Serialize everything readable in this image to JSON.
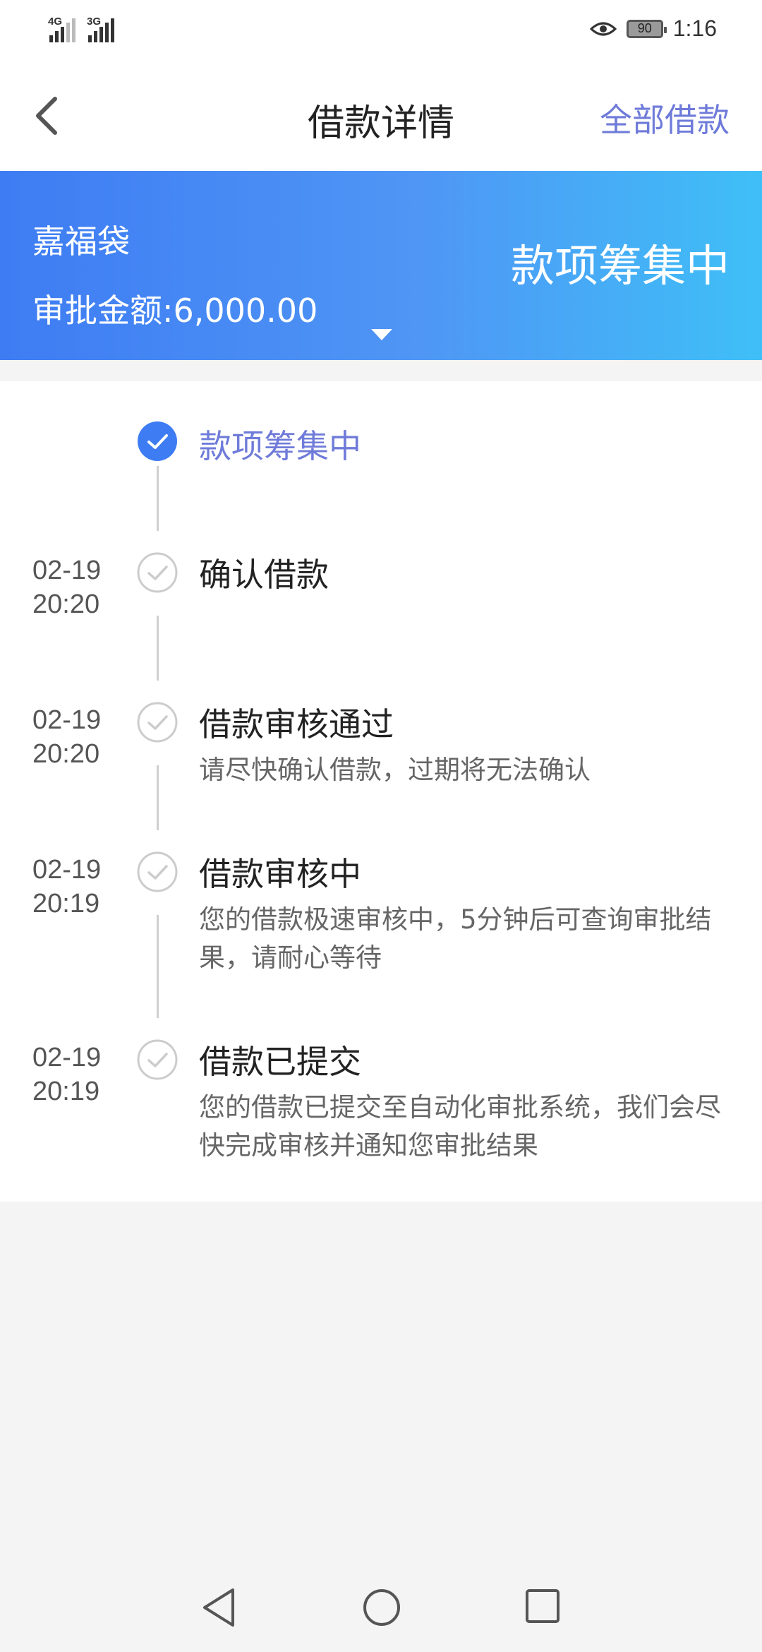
{
  "status_bar": {
    "network_1": "4G",
    "network_2": "3G",
    "battery": "90",
    "time": "1:16"
  },
  "header": {
    "title": "借款详情",
    "all_loans_label": "全部借款",
    "back_icon": "chevron-left-icon"
  },
  "banner": {
    "product_name": "嘉福袋",
    "approved_amount": "审批金额:6,000.00",
    "status": "款项筹集中",
    "accent_start": "#3e7cf3",
    "accent_end": "#3fbff7"
  },
  "timeline": {
    "items": [
      {
        "date": "",
        "time": "",
        "title": "款项筹集中",
        "desc": "",
        "active": true
      },
      {
        "date": "02-19",
        "time": "20:20",
        "title": "确认借款",
        "desc": "",
        "active": false
      },
      {
        "date": "02-19",
        "time": "20:20",
        "title": "借款审核通过",
        "desc": "请尽快确认借款，过期将无法确认",
        "active": false
      },
      {
        "date": "02-19",
        "time": "20:19",
        "title": "借款审核中",
        "desc": "您的借款极速审核中，5分钟后可查询审批结果，请耐心等待",
        "active": false
      },
      {
        "date": "02-19",
        "time": "20:19",
        "title": "借款已提交",
        "desc": "您的借款已提交至自动化审批系统，我们会尽快完成审核并通知您审批结果",
        "active": false
      }
    ],
    "active_color": "#3e7cf3",
    "inactive_color": "#cccccc"
  },
  "nav_bar": {
    "back_icon": "triangle-back-icon",
    "home_icon": "circle-home-icon",
    "recent_icon": "square-recent-icon"
  }
}
